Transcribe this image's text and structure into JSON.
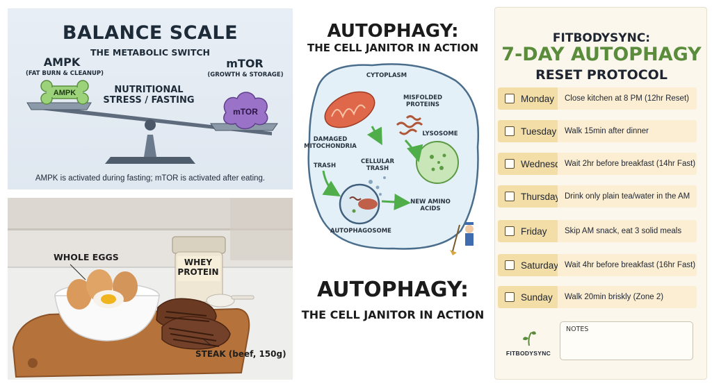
{
  "scale_panel": {
    "title": "BALANCE SCALE",
    "subtitle": "THE METABOLIC SWITCH",
    "ampk_label": "AMPK",
    "ampk_sub": "(FAT BURN & CLEANUP)",
    "ampk_icon_text": "AMPK",
    "mtor_label": "mTOR",
    "mtor_sub": "(GROWTH & STORAGE)",
    "mtor_icon_text": "mTOR",
    "center_label": "NUTRITIONAL STRESS / FASTING",
    "caption": "AMPK is activated during fasting; mTOR is activated after eating.",
    "colors": {
      "ampk_green": "#9bd27a",
      "mtor_purple": "#9a72c8",
      "scale_gray": "#5d6b7c"
    }
  },
  "food_panel": {
    "eggs_label": "WHOLE EGGS",
    "whey_label": "WHEY PROTEIN",
    "steak_label": "STEAK (beef, 150g)"
  },
  "autophagy_panel": {
    "title_top": "AUTOPHAGY:",
    "subtitle_top": "THE CELL JANITOR IN ACTION",
    "title_bottom": "AUTOPHAGY:",
    "subtitle_bottom": "THE CELL JANITOR IN ACTION",
    "labels": {
      "cytoplasm": "CYTOPLASM",
      "misfolded": "MISFOLDED PROTEINS",
      "lysosome": "LYSOSOME",
      "damaged": "DAMAGED MITOCHONDRIA",
      "trash": "TRASH",
      "cellular_trash": "CELLULAR TRASH",
      "amino": "NEW AMINO ACIDS",
      "autophagosome": "AUTOPHAGOSOME"
    },
    "colors": {
      "cell_fill": "#e4f0f8",
      "cell_border": "#4a6d8c",
      "arrow_green": "#4fae4a",
      "mito": "#e0684a"
    }
  },
  "protocol_panel": {
    "brand_line": "FITBODYSYNC:",
    "title": "7-DAY AUTOPHAGY",
    "subtitle": "RESET PROTOCOL",
    "days": [
      {
        "day": "Monday",
        "task": "Close kitchen at 8 PM (12hr Reset)"
      },
      {
        "day": "Tuesday",
        "task": "Walk 15min after dinner"
      },
      {
        "day": "Wednesday",
        "task": "Wait 2hr before breakfast (14hr Fast)"
      },
      {
        "day": "Thursday",
        "task": "Drink only plain tea/water in the AM"
      },
      {
        "day": "Friday",
        "task": "Skip AM snack, eat 3 solid meals"
      },
      {
        "day": "Saturday",
        "task": "Wait 4hr before breakfast (16hr Fast)"
      },
      {
        "day": "Sunday",
        "task": "Walk 20min briskly (Zone 2)"
      }
    ],
    "notes_label": "NOTES",
    "logo_text": "FITBODYSYNC",
    "colors": {
      "title_green": "#5a8c3c",
      "pill": "#f3dea7",
      "task_bg": "#fbeed3"
    }
  }
}
